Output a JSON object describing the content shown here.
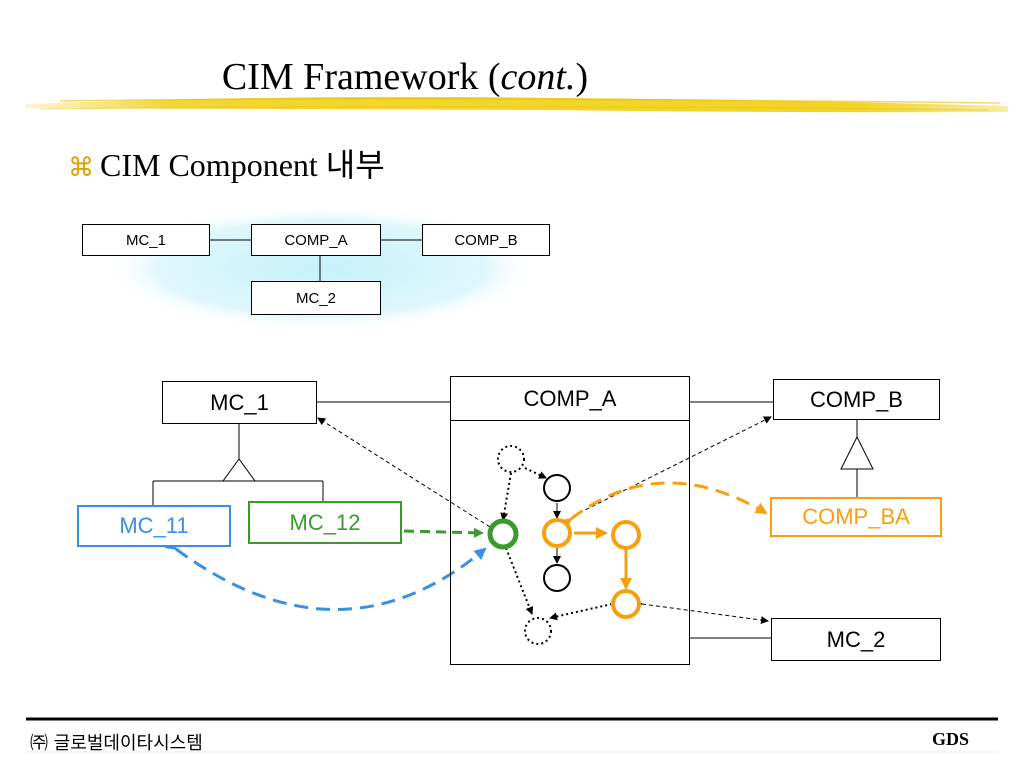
{
  "slide": {
    "title_main": "CIM Framework (",
    "title_italic": "cont.",
    "title_end": ")",
    "bullet_mark": "⌘",
    "bullet_text": "CIM Component 내부"
  },
  "small_diagram": {
    "mc1": "MC_1",
    "comp_a": "COMP_A",
    "comp_b": "COMP_B",
    "mc2": "MC_2"
  },
  "main_diagram": {
    "mc1": "MC_1",
    "mc11": "MC_11",
    "mc12": "MC_12",
    "comp_a": "COMP_A",
    "comp_b": "COMP_B",
    "comp_ba": "COMP_BA",
    "mc2": "MC_2"
  },
  "colors": {
    "accent_yellow": "#f2d21a",
    "green": "#3a9a2e",
    "blue": "#3a8fe0",
    "orange": "#f5a010"
  },
  "footer": {
    "company": "㈜ 글로벌데이타시스템",
    "brand": "GDS"
  }
}
